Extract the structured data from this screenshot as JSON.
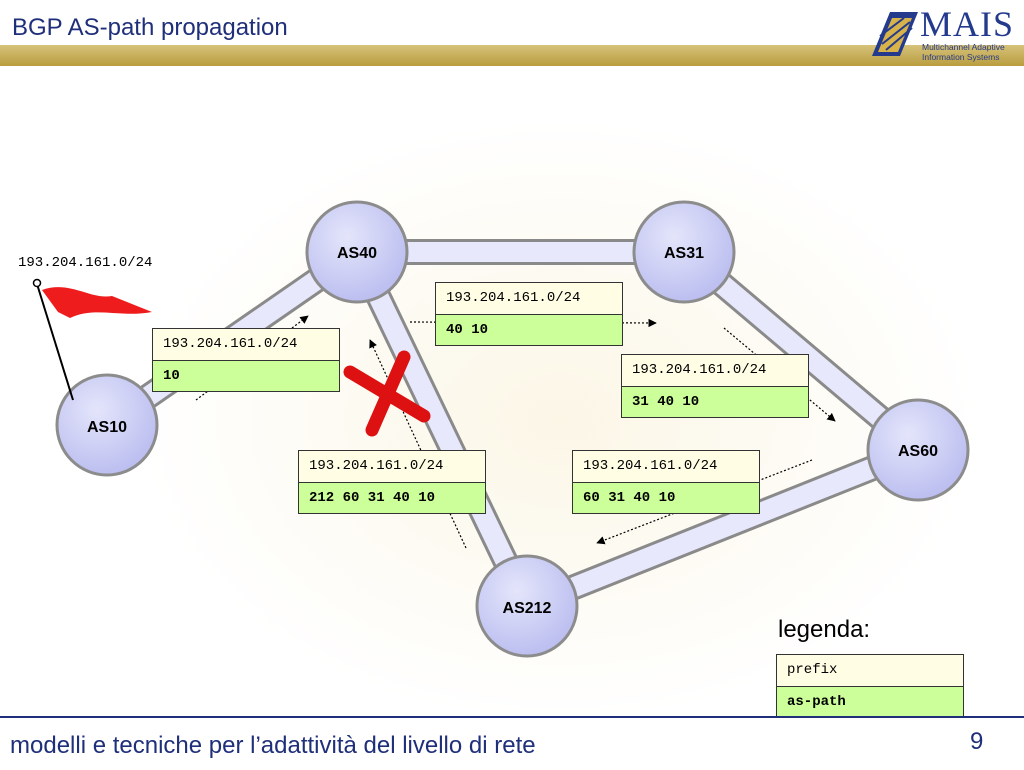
{
  "header": {
    "title": "BGP AS-path propagation"
  },
  "logo": {
    "word": "MAIS",
    "line1": "Multichannel Adaptive",
    "line2": "Information Systems"
  },
  "diagram": {
    "origin_prefix": "193.204.161.0/24",
    "nodes": {
      "as10": "AS10",
      "as40": "AS40",
      "as31": "AS31",
      "as60": "AS60",
      "as212": "AS212"
    },
    "routes": [
      {
        "prefix": "193.204.161.0/24",
        "aspath": "10"
      },
      {
        "prefix": "193.204.161.0/24",
        "aspath": "40 10"
      },
      {
        "prefix": "193.204.161.0/24",
        "aspath": "31 40 10"
      },
      {
        "prefix": "193.204.161.0/24",
        "aspath": "60 31 40 10"
      },
      {
        "prefix": "193.204.161.0/24",
        "aspath": "212 60 31 40 10"
      }
    ],
    "legend": {
      "label": "legenda:",
      "prefix": "prefix",
      "aspath": "as-path"
    }
  },
  "footer": {
    "text": "modelli e tecniche per l’adattività del livello di rete",
    "page": "9"
  },
  "colors": {
    "title": "#1f2f7a",
    "band": "#c8ac52",
    "node_fill": "#c6c8f4",
    "prefix_bg": "#fffde3",
    "aspath_bg": "#ccff99",
    "flag": "#ee1c1c",
    "cross": "#dd1111"
  }
}
